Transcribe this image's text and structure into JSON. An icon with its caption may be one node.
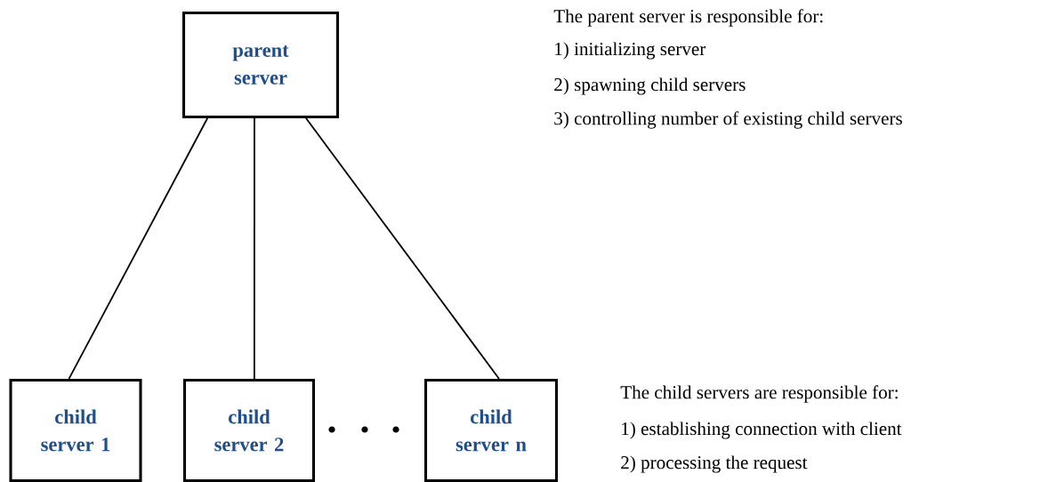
{
  "diagram": {
    "nodes": [
      {
        "text": [
          "parent server"
        ]
      },
      {
        "text": [
          "child server 1"
        ]
      },
      {
        "text": [
          "child server 2"
        ]
      },
      {
        "text": [
          "child server n"
        ]
      }
    ],
    "edges": [
      {
        "from": 0,
        "to": 1,
        "arrow": "none"
      },
      {
        "from": 0,
        "to": 2,
        "arrow": "none"
      },
      {
        "from": 0,
        "to": 3,
        "arrow": "none"
      }
    ],
    "labels": [
      "The parent server is responsible for:",
      "1) initializing server",
      "2) spawning child servers",
      "3) controlling number of existing child servers",
      "The child servers are responsible for:",
      "1) establishing connection with client",
      "2) processing the request"
    ]
  }
}
